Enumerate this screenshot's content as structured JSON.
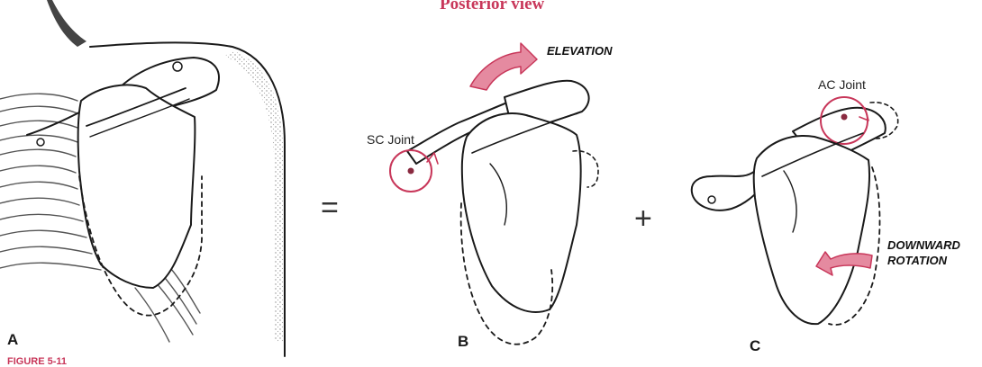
{
  "title": "Posterior view",
  "panels": {
    "a": {
      "letter": "A"
    },
    "b": {
      "letter": "B",
      "joint_label": "SC Joint",
      "motion_label": "ELEVATION"
    },
    "c": {
      "letter": "C",
      "joint_label": "AC Joint",
      "motion_label_line1": "DOWNWARD",
      "motion_label_line2": "ROTATION"
    }
  },
  "operators": {
    "equals": "=",
    "plus": "+"
  },
  "caption_fragment": "FIGURE 5-11",
  "colors": {
    "accent": "#c8375a",
    "arrow_fill": "#e58aa0",
    "ink": "#1a1a1a",
    "rib_hatch": "#555555"
  }
}
